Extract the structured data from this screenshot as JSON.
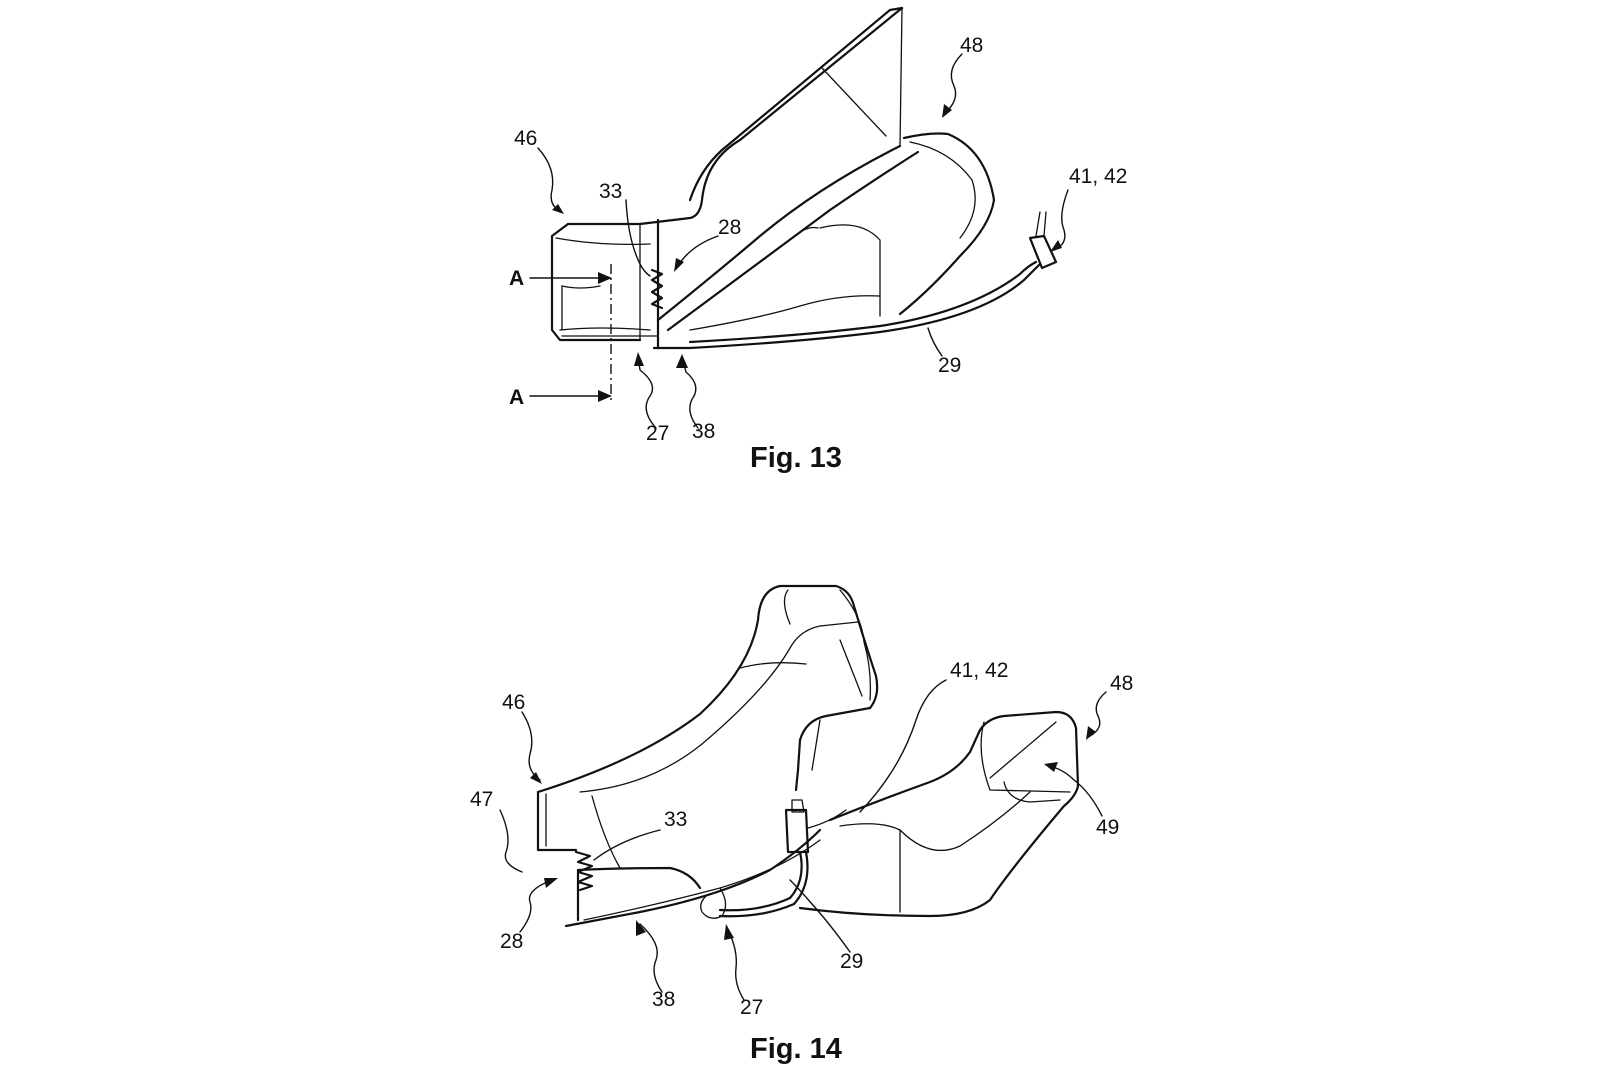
{
  "fig13": {
    "caption": "Fig. 13",
    "section_mark": "A",
    "refs": {
      "r46": "46",
      "r48": "48",
      "r33": "33",
      "r28": "28",
      "r41_42": "41, 42",
      "r29": "29",
      "r27": "27",
      "r38": "38"
    }
  },
  "fig14": {
    "caption": "Fig. 14",
    "refs": {
      "r46": "46",
      "r47": "47",
      "r33": "33",
      "r28": "28",
      "r41_42": "41, 42",
      "r48": "48",
      "r49": "49",
      "r29": "29",
      "r38": "38",
      "r27": "27"
    }
  },
  "colors": {
    "ink": "#111111",
    "paper": "#ffffff"
  }
}
